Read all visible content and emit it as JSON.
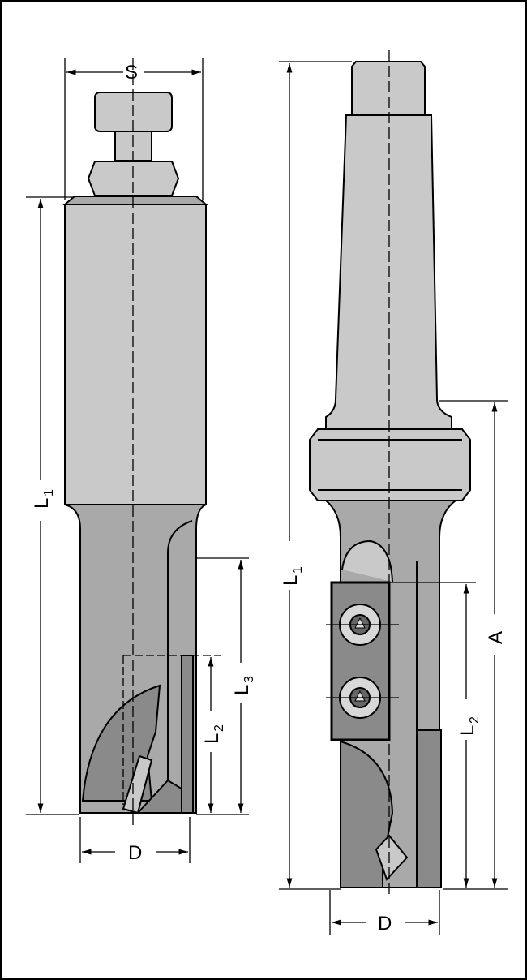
{
  "left_tool": {
    "labels": {
      "S": "S",
      "L1": "L",
      "L1_sub": "1",
      "L2": "L",
      "L2_sub": "2",
      "L3": "L",
      "L3_sub": "3",
      "D": "D"
    }
  },
  "right_tool": {
    "labels": {
      "L1": "L",
      "L1_sub": "1",
      "A": "A",
      "L2": "L",
      "L2_sub": "2",
      "D": "D"
    }
  },
  "colors": {
    "light": "#c9c9c9",
    "mid": "#a9a9a9",
    "dark": "#8a8a8a",
    "line": "#000000"
  }
}
